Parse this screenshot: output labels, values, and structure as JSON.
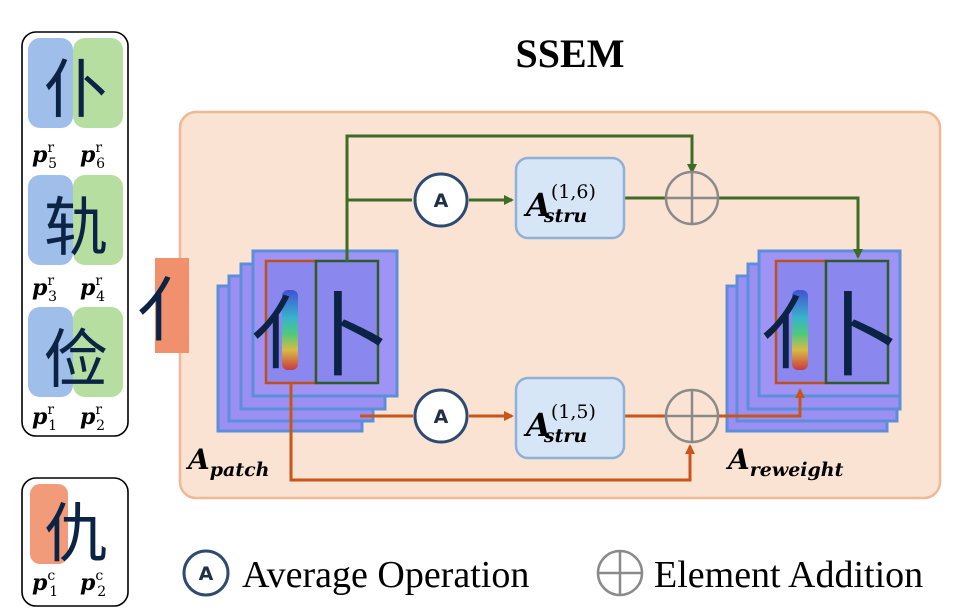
{
  "title": "SSEM",
  "left_panel": {
    "rows": [
      {
        "char": "仆",
        "left_label": {
          "base": "p",
          "sup": "r",
          "sub": "5"
        },
        "right_label": {
          "base": "p",
          "sup": "r",
          "sub": "6"
        }
      },
      {
        "char": "轨",
        "left_label": {
          "base": "p",
          "sup": "r",
          "sub": "3"
        },
        "right_label": {
          "base": "p",
          "sup": "r",
          "sub": "4"
        }
      },
      {
        "char": "俭",
        "left_label": {
          "base": "p",
          "sup": "r",
          "sub": "1"
        },
        "right_label": {
          "base": "p",
          "sup": "r",
          "sub": "2"
        }
      }
    ]
  },
  "bottom_panel": {
    "char": "仇",
    "left_label": {
      "base": "p",
      "sup": "c",
      "sub": "1"
    },
    "right_label": {
      "base": "p",
      "sup": "c",
      "sub": "2"
    }
  },
  "side_glyph": "亻",
  "patch_glyphs": {
    "left": "亻",
    "right": "卜"
  },
  "average_symbol": "A",
  "top_block": {
    "base": "A",
    "sup": "(1,6)",
    "sub": "stru"
  },
  "bottom_block": {
    "base": "A",
    "sup": "(1,5)",
    "sub": "stru"
  },
  "input_label": {
    "base": "A",
    "sub": "patch"
  },
  "output_label": {
    "base": "A",
    "sub": "reweight"
  },
  "legend": {
    "average_symbol": "A",
    "average_label": "Average Operation",
    "addition_label": "Element Addition"
  },
  "colors": {
    "panel_fill": "#fbe3d3",
    "panel_border": "#f0b896",
    "green": "#3e6b25",
    "orange": "#c8561b",
    "block_fill": "#d6e6f6",
    "block_border": "#8fb0d8",
    "stack_fill": "#9c8ff4",
    "stack_border": "#5b8fd9",
    "blue_highlight": "#8fb3e6",
    "green_highlight": "#a9d88f",
    "salmon_highlight": "#f0906c"
  }
}
